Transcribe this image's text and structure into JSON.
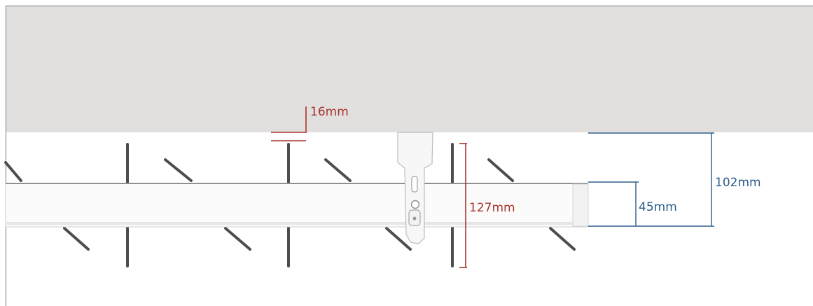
{
  "colors": {
    "ceiling": "#e1e0de",
    "frame": "#7a7a7a",
    "rail": "#fbfbfb",
    "rail_edge": "#cfcfcf",
    "spike": "#4d4d4d",
    "red_dim": "#a8332c",
    "blue_dim": "#2e5d8a"
  },
  "dimensions": {
    "gap": "16mm",
    "height": "127mm",
    "rail_depth": "45mm",
    "total_depth": "102mm"
  }
}
